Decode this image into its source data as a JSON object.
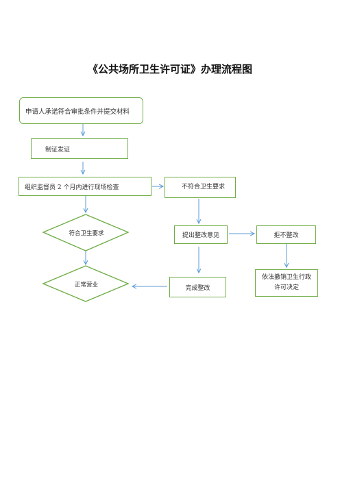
{
  "title": "《公共场所卫生许可证》办理流程图",
  "nodes": {
    "apply": "申请人承诺符合审批条件并提交材料",
    "issue": "制证发证",
    "inspect": "组织监督员 2 个月内进行现场检查",
    "fail": "不符合卫生要求",
    "pass": "符合卫生要求",
    "rectify_opinion": "提出整改意见",
    "refuse": "拒不整改",
    "normal": "正常营业",
    "done": "完成整改",
    "revoke": "依法撤销卫生行政许可决定"
  },
  "colors": {
    "border": "#70ad47",
    "arrow": "#5b9bd5"
  }
}
